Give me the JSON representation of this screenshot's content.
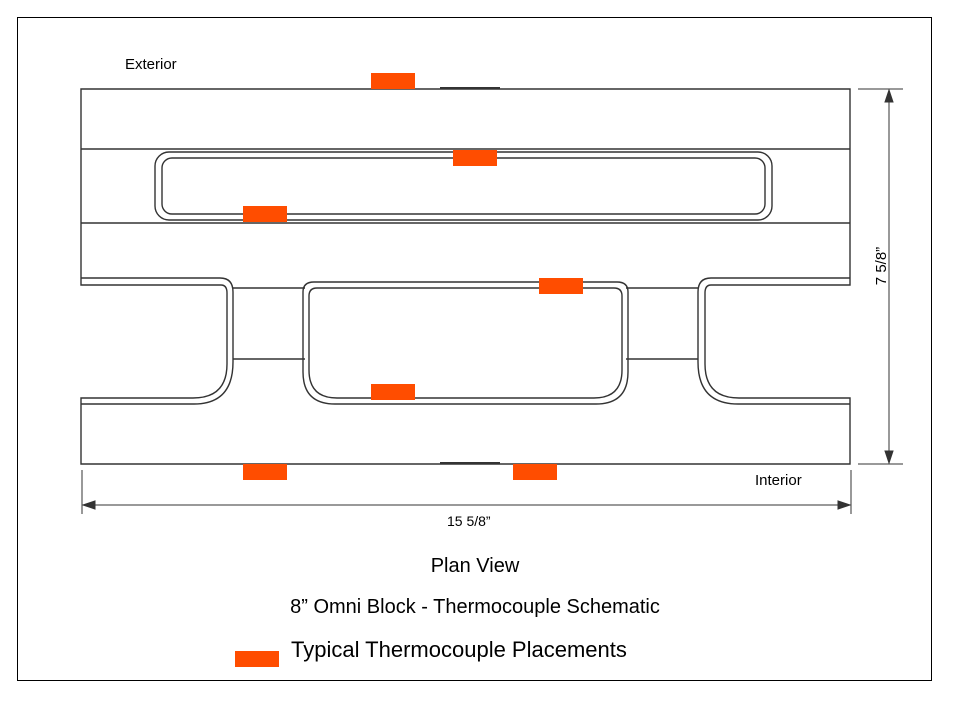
{
  "labels": {
    "exterior": "Exterior",
    "interior": "Interior",
    "width_dimension": "15 5/8”",
    "height_dimension": "7 5/8”"
  },
  "captions": {
    "view": "Plan View",
    "title": "8” Omni Block - Thermocouple Schematic"
  },
  "legend": {
    "label": "Typical Thermocouple Placements",
    "color": "#ff4d00"
  },
  "colors": {
    "thermocouple": "#ff4d00",
    "line": "#333333",
    "frame": "#000000"
  }
}
